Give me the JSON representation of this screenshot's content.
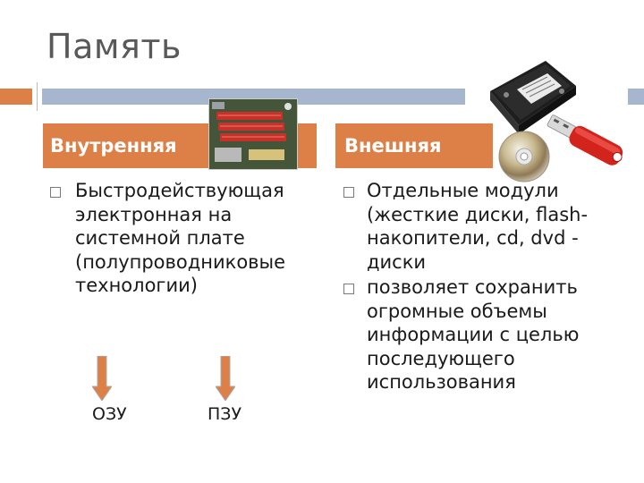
{
  "slide": {
    "title": "Память",
    "internal": {
      "header": "Внутренняя",
      "bullets": [
        "Быстродействующая электронная на системной плате (полупроводниковые технологии)"
      ],
      "arrows": [
        {
          "label": "ОЗУ"
        },
        {
          "label": "ПЗУ"
        }
      ]
    },
    "external": {
      "header": "Внешняя",
      "bullets": [
        "Отдельные модули (жесткие диски, flash-накопители, cd, dvd - диски",
        "позволяет сохранить огромные объемы информации с целью последующего использования"
      ]
    }
  },
  "colors": {
    "accent_orange": "#dd8047",
    "accent_blue": "#a5b6ce",
    "title_gray": "#595959"
  }
}
